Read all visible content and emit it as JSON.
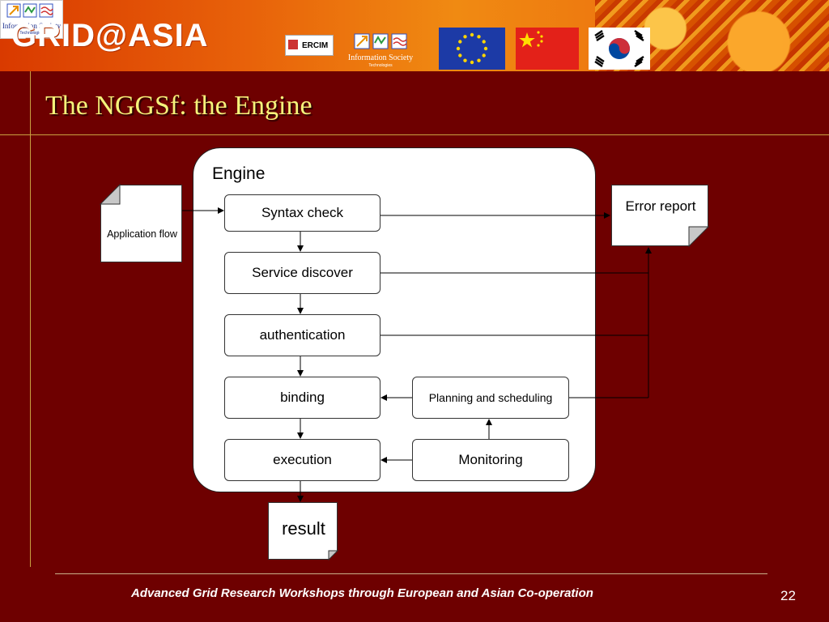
{
  "header": {
    "brand": "GRID@ASIA",
    "ist_top_label": "Information Society",
    "ist_small_label": "Technologies",
    "ercim_label": "ERCIM",
    "ist_center_label": "Information Society",
    "ist_center_small": "Technologies",
    "flags": [
      "eu-flag",
      "china-flag",
      "korea-flag"
    ]
  },
  "slide": {
    "title": "The NGGSf: the Engine",
    "page_number": "22"
  },
  "diagram": {
    "container_label": "Engine",
    "input_doc": "Application flow",
    "steps": [
      "Syntax check",
      "Service discover",
      "authentication",
      "binding",
      "execution"
    ],
    "side_steps": [
      "Planning and scheduling",
      "Monitoring"
    ],
    "error_doc": "Error report",
    "output_doc": "result"
  },
  "footer": {
    "text": "Advanced Grid Research Workshops through European and Asian Co-operation"
  },
  "colors": {
    "background": "#6e0000",
    "title": "#f5f27a",
    "banner": "#e8620a"
  }
}
